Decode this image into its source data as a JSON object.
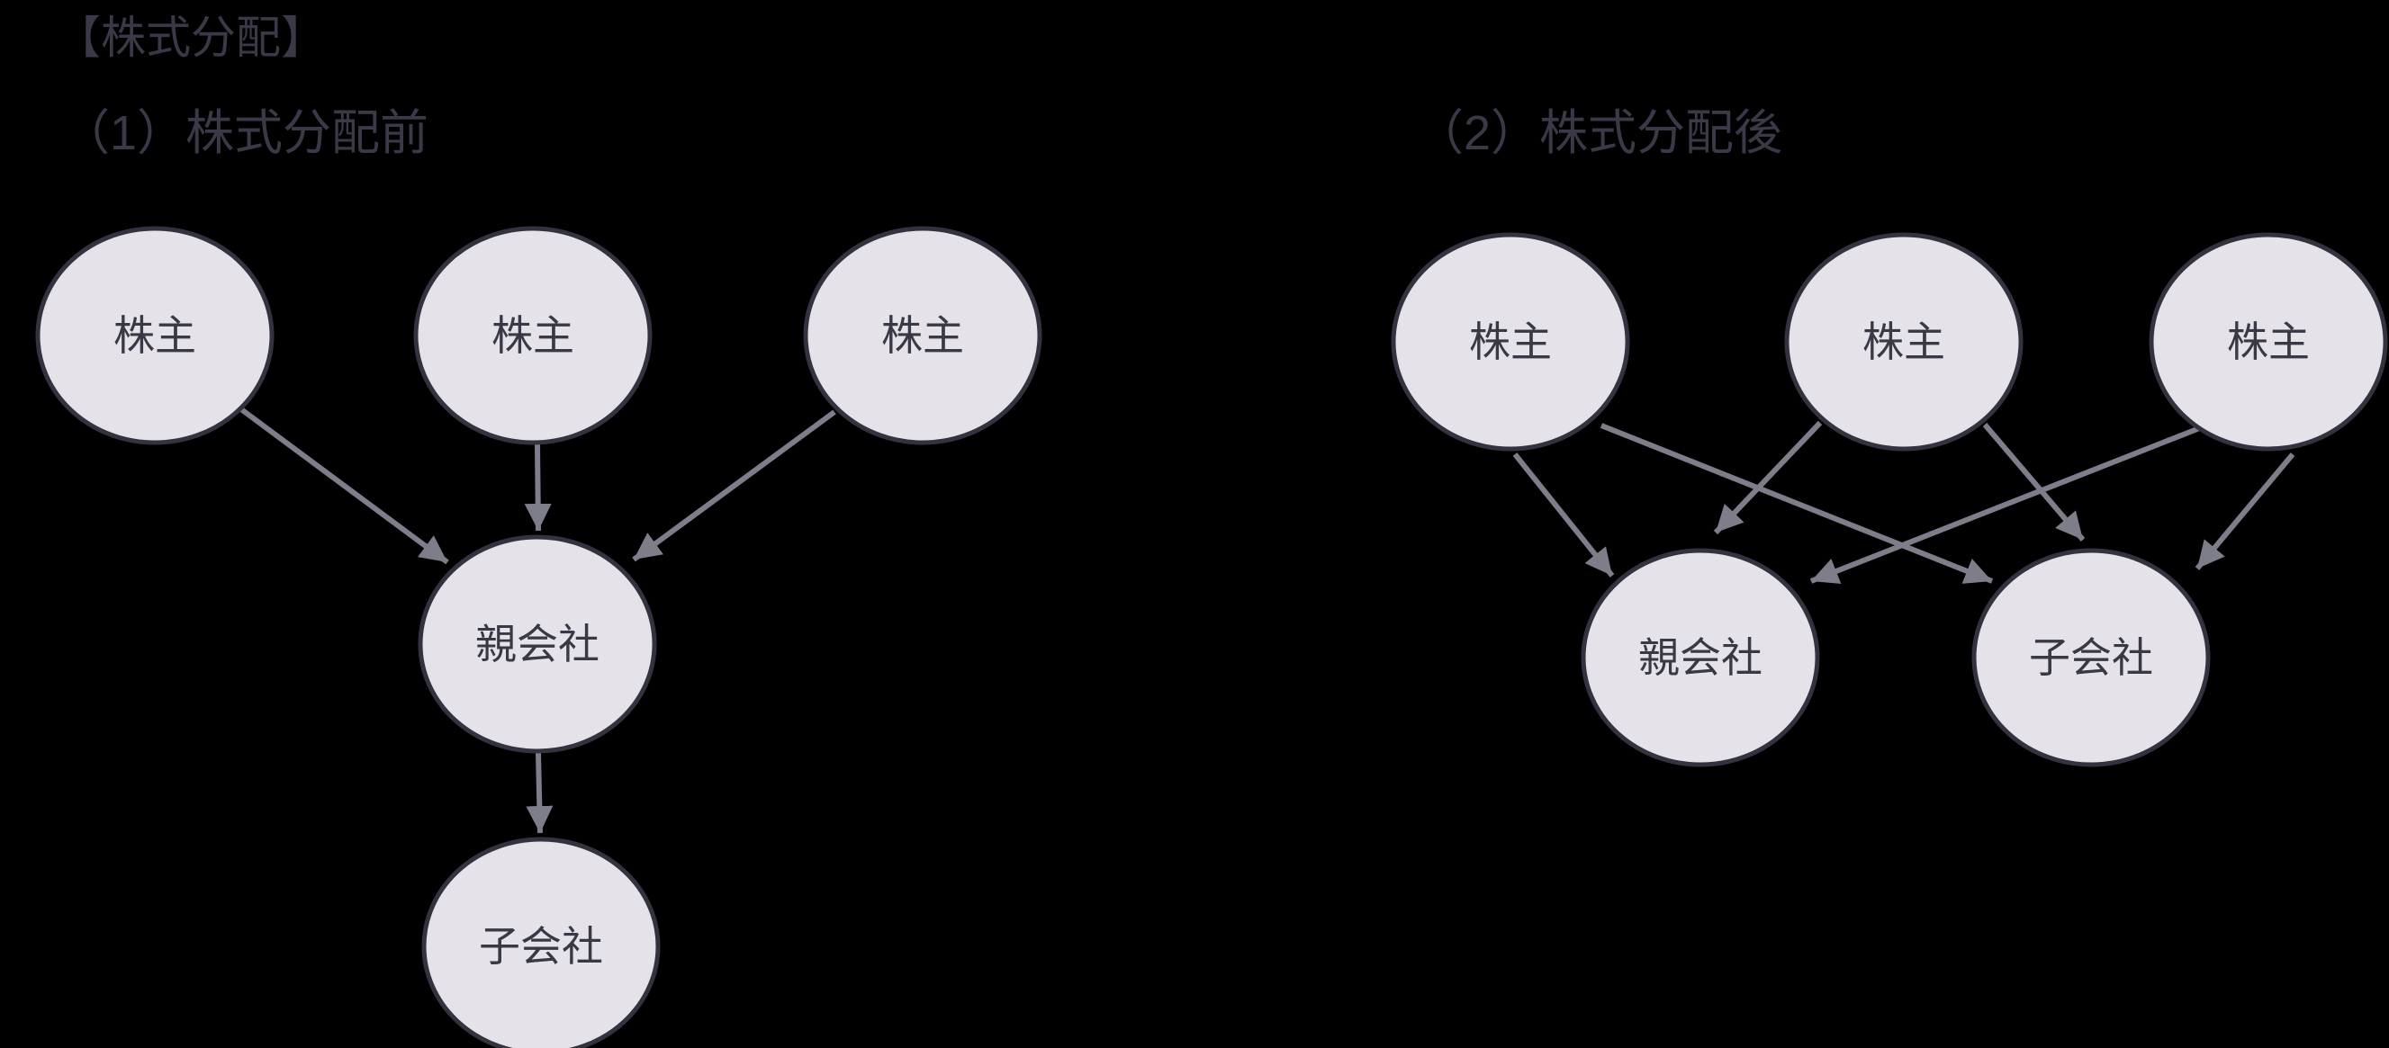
{
  "page": {
    "title": "【株式分配】",
    "background_color": "#000000"
  },
  "colors": {
    "background": "#000000",
    "node_fill": "#e5e3e9",
    "node_border": "#34323e",
    "node_text": "#393845",
    "heading_text": "#3b3947",
    "arrow": "#7e7d8a"
  },
  "diagrams": {
    "before": {
      "heading": "（1）株式分配前",
      "nodes": {
        "shareholder1": "株主",
        "shareholder2": "株主",
        "shareholder3": "株主",
        "parent": "親会社",
        "subsidiary": "子会社"
      },
      "edges": [
        {
          "from": "shareholder1",
          "to": "parent"
        },
        {
          "from": "shareholder2",
          "to": "parent"
        },
        {
          "from": "shareholder3",
          "to": "parent"
        },
        {
          "from": "parent",
          "to": "subsidiary"
        }
      ]
    },
    "after": {
      "heading": "（2）株式分配後",
      "nodes": {
        "shareholder1": "株主",
        "shareholder2": "株主",
        "shareholder3": "株主",
        "parent": "親会社",
        "subsidiary": "子会社"
      },
      "edges": [
        {
          "from": "shareholder1",
          "to": "parent"
        },
        {
          "from": "shareholder1",
          "to": "subsidiary"
        },
        {
          "from": "shareholder2",
          "to": "parent"
        },
        {
          "from": "shareholder2",
          "to": "subsidiary"
        },
        {
          "from": "shareholder3",
          "to": "parent"
        },
        {
          "from": "shareholder3",
          "to": "subsidiary"
        }
      ]
    }
  }
}
